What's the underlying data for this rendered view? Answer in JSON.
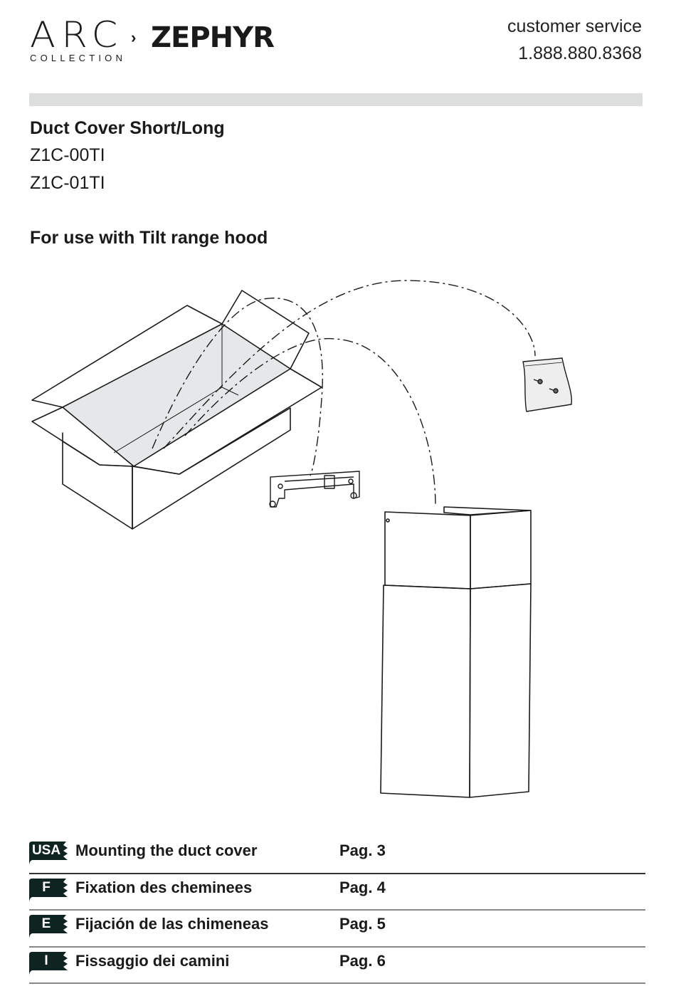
{
  "header": {
    "brand_primary": "ARC",
    "brand_sub": "COLLECTION",
    "brand_separator": "›",
    "brand_secondary": "ZEPHYR",
    "customer_service_label": "customer service",
    "customer_service_phone": "1.888.880.8368"
  },
  "document": {
    "title": "Duct Cover Short/Long",
    "models": [
      "Z1C-00TI",
      "Z1C-01TI"
    ],
    "subtitle": "For use with Tilt range hood"
  },
  "illustration": {
    "items": [
      "cardboard-box",
      "mounting-bracket",
      "screw-bag",
      "duct-cover"
    ],
    "colors": {
      "line": "#1a1a1a",
      "fill": "#e6e7e8"
    }
  },
  "toc": {
    "badge_color": "#0f2420",
    "rows": [
      {
        "lang": "USA",
        "title": "Mounting the duct cover",
        "page": "Pag. 3"
      },
      {
        "lang": "F",
        "title": "Fixation des cheminees",
        "page": "Pag. 4"
      },
      {
        "lang": "E",
        "title": "Fijación de las chimeneas",
        "page": "Pag. 5"
      },
      {
        "lang": "I",
        "title": "Fissaggio dei camini",
        "page": "Pag. 6"
      }
    ]
  }
}
